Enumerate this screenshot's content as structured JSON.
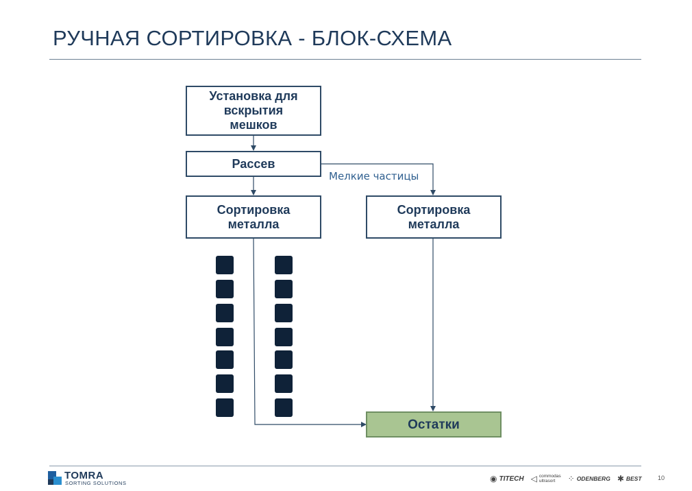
{
  "slide": {
    "title": "РУЧНАЯ СОРТИРОВКА - БЛОК-СХЕМА",
    "page_number": "10"
  },
  "diagram": {
    "nodes": {
      "bag_opener": "Установка для\nвскрытия\nмешков",
      "screen": "Рассев",
      "metal_sort_left": "Сортировка\nметалла",
      "metal_sort_right": "Сортировка\nметалла",
      "residue": "Остатки"
    },
    "edge_labels": {
      "fines": "Мелкие частицы"
    },
    "picker_stations": {
      "columns": 2,
      "per_column": 7
    }
  },
  "footer": {
    "brand": {
      "name": "TOMRA",
      "tagline": "SORTING SOLUTIONS"
    },
    "partners": [
      {
        "name": "TITECH",
        "icon": "titech-logo-icon"
      },
      {
        "name": "commodas\nultrasort",
        "icon": "commodas-logo-icon"
      },
      {
        "name": "ODENBERG",
        "icon": "odenberg-logo-icon"
      },
      {
        "name": "BEST",
        "icon": "best-logo-icon"
      }
    ]
  },
  "colors": {
    "title": "#1f3a5a",
    "box_border": "#2e4a66",
    "residue_fill": "#a9c592",
    "station": "#0f2238",
    "edge_label": "#2f5f8f"
  }
}
